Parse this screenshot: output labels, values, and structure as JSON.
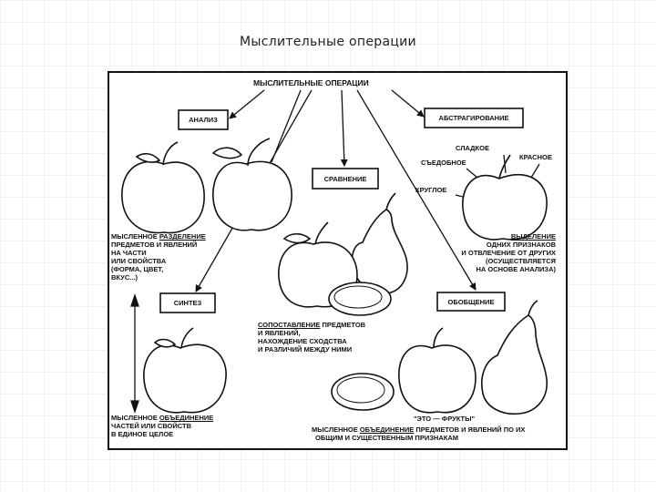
{
  "slide": {
    "title": "Мыслительные операции"
  },
  "diagram": {
    "header": "МЫСЛИТЕЛЬНЫЕ ОПЕРАЦИИ",
    "boxes": {
      "analysis": "АНАЛИЗ",
      "abstraction": "АБСТРАГИРОВАНИЕ",
      "comparison": "СРАВНЕНИЕ",
      "synthesis": "СИНТЕЗ",
      "generalization": "ОБОБЩЕНИЕ"
    },
    "abstraction_tags": {
      "sweet": "СЛАДКОЕ",
      "red": "КРАСНОЕ",
      "edible": "СЪЕДОБНОЕ",
      "round": "КРУГЛОЕ"
    },
    "analysis_caption": {
      "line1_prefix": "МЫСЛЕННОЕ ",
      "line1_underlined": "РАЗДЕЛЕНИЕ",
      "line2": "ПРЕДМЕТОВ И ЯВЛЕНИЙ",
      "line3": "НА ЧАСТИ",
      "line4": "ИЛИ СВОЙСТВА",
      "line5": "(ФОРМА, ЦВЕТ,",
      "line6": "ВКУС...)"
    },
    "abstraction_caption": {
      "line1_underlined": "ВЫДЕЛЕНИЕ",
      "line2": "ОДНИХ ПРИЗНАКОВ",
      "line3": "И ОТВЛЕЧЕНИЕ ОТ ДРУГИХ",
      "line4": "(ОСУЩЕСТВЛЯЕТСЯ",
      "line5": "НА ОСНОВЕ АНАЛИЗА)"
    },
    "comparison_caption": {
      "line1_underlined": "СОПОСТАВЛЕНИЕ",
      "line1_suffix": " ПРЕДМЕТОВ",
      "line2": "И ЯВЛЕНИЙ,",
      "line3": "НАХОЖДЕНИЕ СХОДСТВА",
      "line4": "И РАЗЛИЧИЙ МЕЖДУ НИМИ"
    },
    "synthesis_caption": {
      "line1_prefix": "МЫСЛЕННОЕ ",
      "line1_underlined": "ОБЪЕДИНЕНИЕ",
      "line2": "ЧАСТЕЙ ИЛИ СВОЙСТВ",
      "line3": "В ЕДИНОЕ ЦЕЛОЕ"
    },
    "generalization_caption": {
      "quote": "\"ЭТО — ФРУКТЫ\"",
      "line1_prefix": "МЫСЛЕННОЕ ",
      "line1_underlined": "ОБЪЕДИНЕНИЕ",
      "line1_suffix": " ПРЕДМЕТОВ И ЯВЛЕНИЙ ПО ИХ",
      "line2": "ОБЩИМ И СУЩЕСТВЕННЫМ ПРИЗНАКАМ"
    },
    "colors": {
      "ink": "#111111",
      "paper": "#ffffff",
      "slide_bg": "#ffffff"
    }
  }
}
